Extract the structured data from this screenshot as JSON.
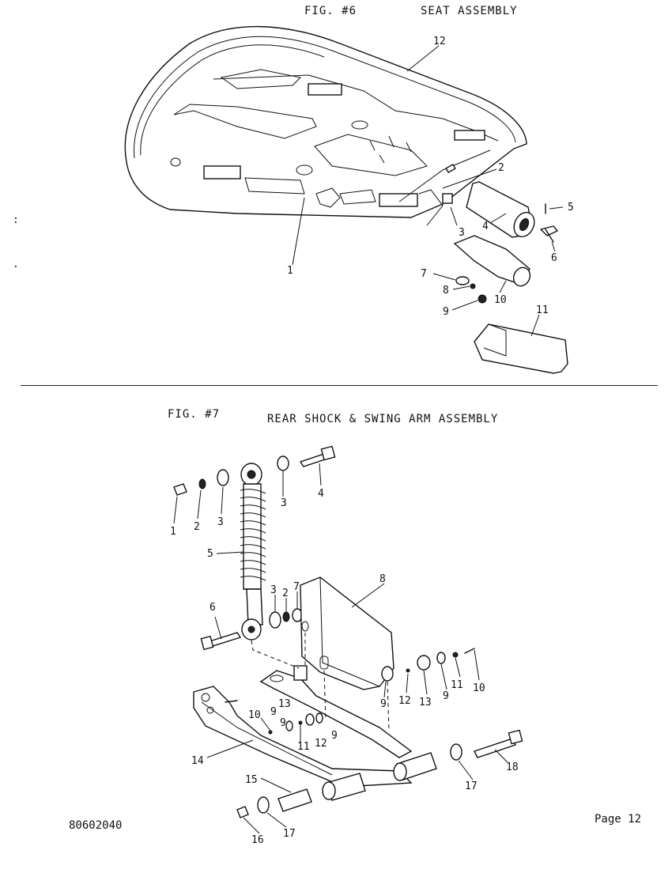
{
  "fig6": {
    "number": "FIG. #6",
    "title": "SEAT ASSEMBLY",
    "callouts": [
      "12",
      "2",
      "5",
      "4",
      "3",
      "6",
      "1",
      "7",
      "8",
      "10",
      "9",
      "11"
    ]
  },
  "fig7": {
    "number": "FIG. #7",
    "title": "REAR SHOCK & SWING ARM ASSEMBLY",
    "callouts": [
      "1",
      "2",
      "3",
      "3",
      "4",
      "5",
      "3",
      "2",
      "7",
      "8",
      "6",
      "9",
      "12",
      "13",
      "9",
      "11",
      "10",
      "13",
      "9",
      "10",
      "9",
      "11",
      "12",
      "9",
      "14",
      "17",
      "18",
      "15",
      "17",
      "16"
    ]
  },
  "footer": {
    "doc_number": "80602040",
    "page": "Page 12"
  }
}
